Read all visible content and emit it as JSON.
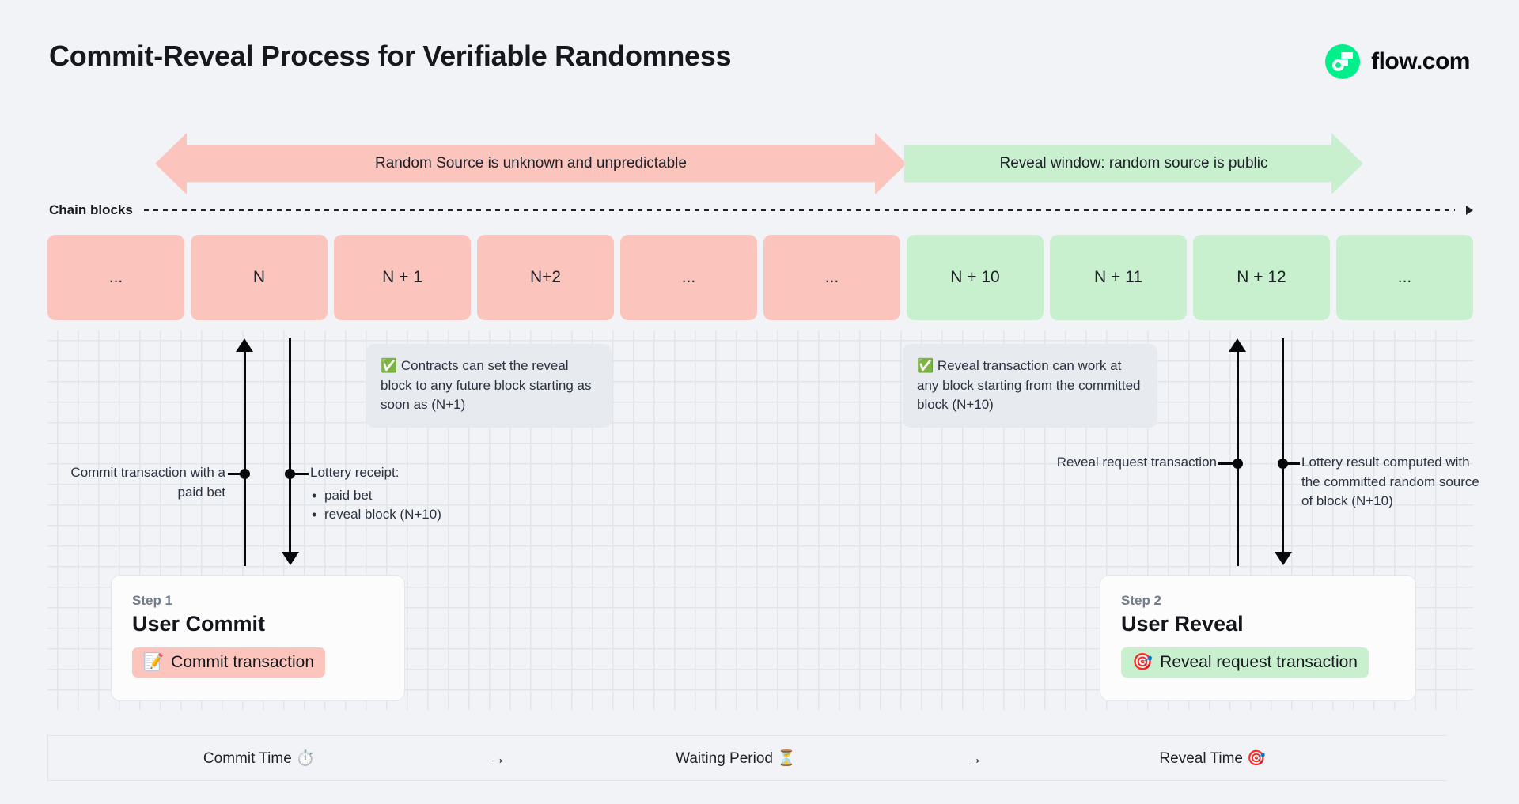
{
  "header": {
    "title": "Commit-Reveal Process for Verifiable Randomness",
    "brand": "flow.com"
  },
  "banners": {
    "unknown": "Random Source is unknown and unpredictable",
    "reveal": "Reveal window: random source is public"
  },
  "chain": {
    "label": "Chain blocks",
    "blocks": [
      {
        "label": "...",
        "tone": "pink"
      },
      {
        "label": "N",
        "tone": "pink"
      },
      {
        "label": "N + 1",
        "tone": "pink"
      },
      {
        "label": "N+2",
        "tone": "pink"
      },
      {
        "label": "...",
        "tone": "pink"
      },
      {
        "label": "...",
        "tone": "pink"
      },
      {
        "label": "N + 10",
        "tone": "green"
      },
      {
        "label": "N + 11",
        "tone": "green"
      },
      {
        "label": "N + 12",
        "tone": "green"
      },
      {
        "label": "...",
        "tone": "green"
      }
    ]
  },
  "notes": {
    "left": "✅ Contracts can set the reveal block to any future block starting as soon as (N+1)",
    "right": "✅ Reveal transaction can work at any block starting from the committed block (N+10)"
  },
  "annotations": {
    "commit": "Commit transaction with a paid bet",
    "receipt_title": "Lottery receipt:",
    "receipt_items": [
      "paid bet",
      "reveal block (N+10)"
    ],
    "reveal_request": "Reveal request transaction",
    "lottery_result": "Lottery result computed with the committed random source of block (N+10)"
  },
  "steps": [
    {
      "kicker": "Step 1",
      "title": "User Commit",
      "chip_icon": "📝",
      "chip_label": "Commit transaction",
      "tone": "pink"
    },
    {
      "kicker": "Step 2",
      "title": "User Reveal",
      "chip_icon": "🎯",
      "chip_label": "Reveal request transaction",
      "tone": "green"
    }
  ],
  "timeline": {
    "commit": "Commit Time ⏱️",
    "arrow1": "→",
    "waiting": "Waiting Period ⏳",
    "arrow2": "→",
    "reveal": "Reveal Time 🎯"
  },
  "colors": {
    "pink": "#fbc4bc",
    "green": "#c8f0cf",
    "brand_green": "#00ef8b",
    "background": "#f1f3f7",
    "ink": "#1e2127"
  }
}
